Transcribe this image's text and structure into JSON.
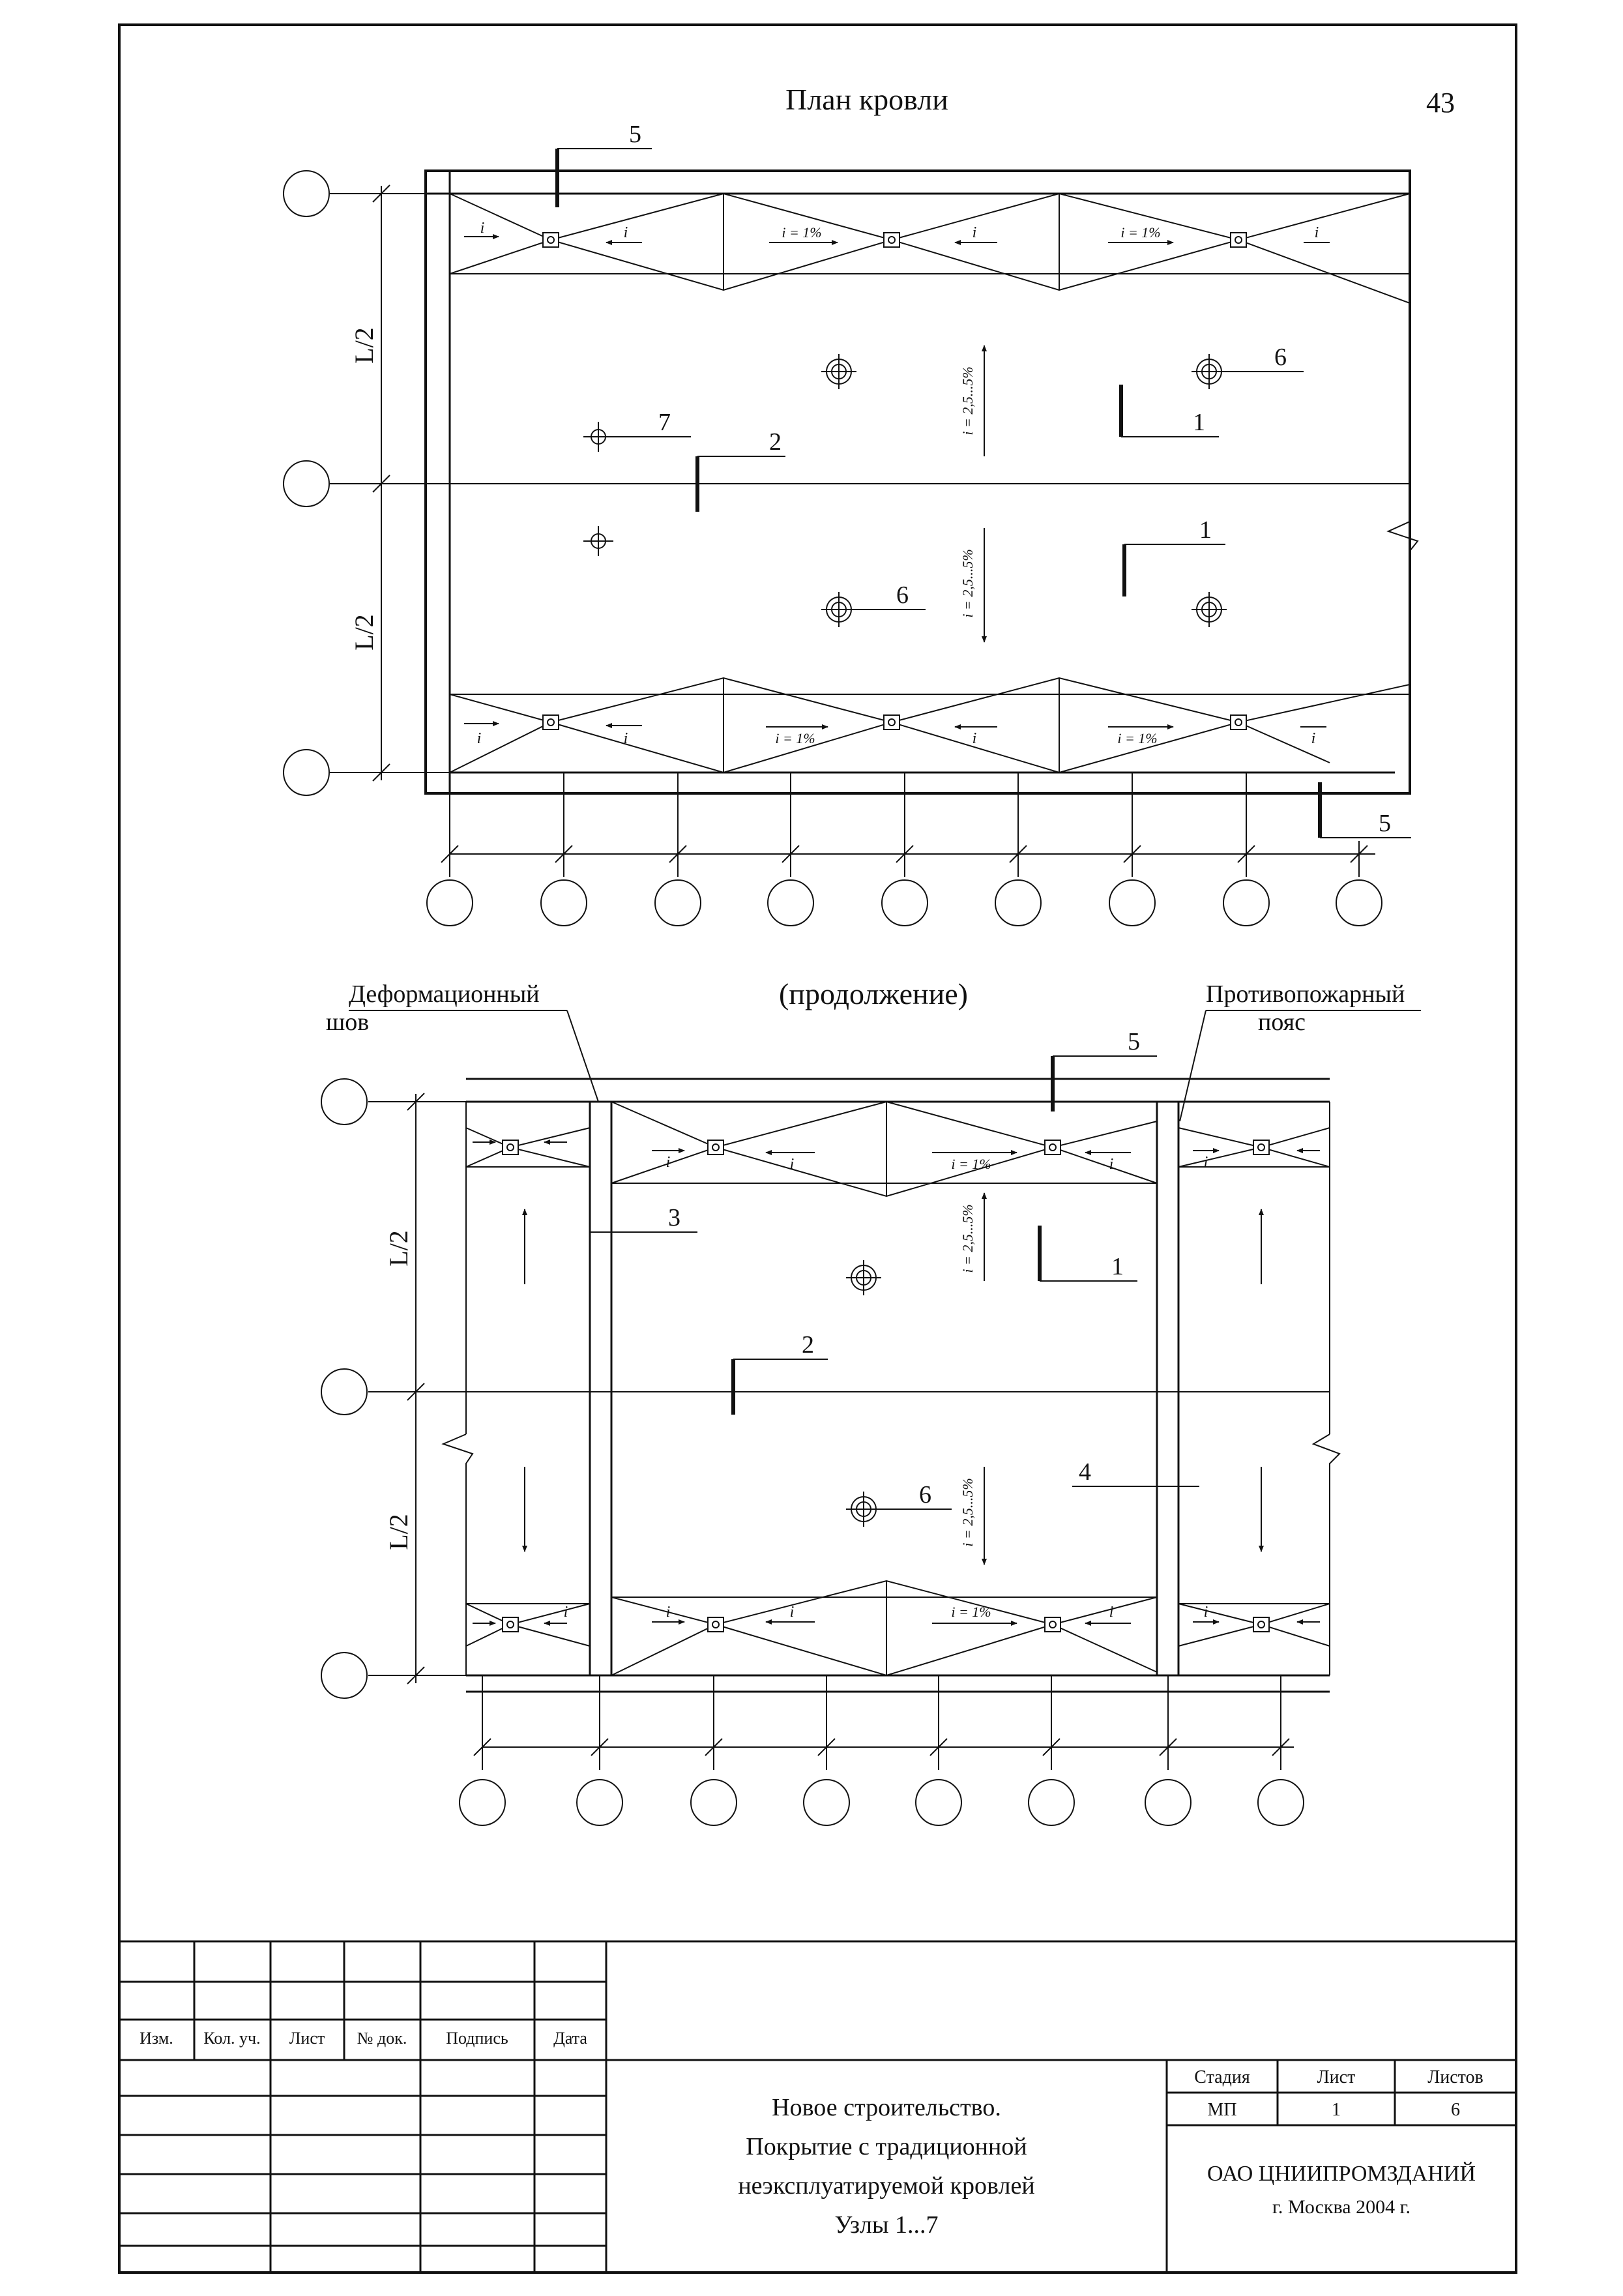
{
  "page_number": "43",
  "plan1": {
    "title": "План кровли",
    "dim_label": "L/2",
    "slope_main": "i = 2,5...5%",
    "slope_valley": "i = 1%",
    "slope_short": "i",
    "callouts": {
      "c1": "1",
      "c2": "2",
      "c5": "5",
      "c6": "6",
      "c7": "7"
    }
  },
  "plan2": {
    "title": "(продолжение)",
    "joint_label_line1": "Деформационный",
    "joint_label_line2": "шов",
    "fire_label_line1": "Противопожарный",
    "fire_label_line2": "пояс",
    "callouts": {
      "c1": "1",
      "c2": "2",
      "c3": "3",
      "c4": "4",
      "c5": "5",
      "c6": "6"
    }
  },
  "title_block": {
    "headers": [
      "Изм.",
      "Кол. уч.",
      "Лист",
      "№ док.",
      "Подпись",
      "Дата"
    ],
    "project_line1": "Новое строительство.",
    "project_line2": "Покрытие с традиционной",
    "project_line3": "неэксплуатируемой кровлей",
    "project_line4": "Узлы 1...7",
    "stage_header": "Стадия",
    "sheet_header": "Лист",
    "sheets_header": "Листов",
    "stage_value": "МП",
    "sheet_value": "1",
    "sheets_value": "6",
    "org_line1": "ОАО ЦНИИПРОМЗДАНИЙ",
    "org_line2": "г. Москва 2004 г."
  }
}
